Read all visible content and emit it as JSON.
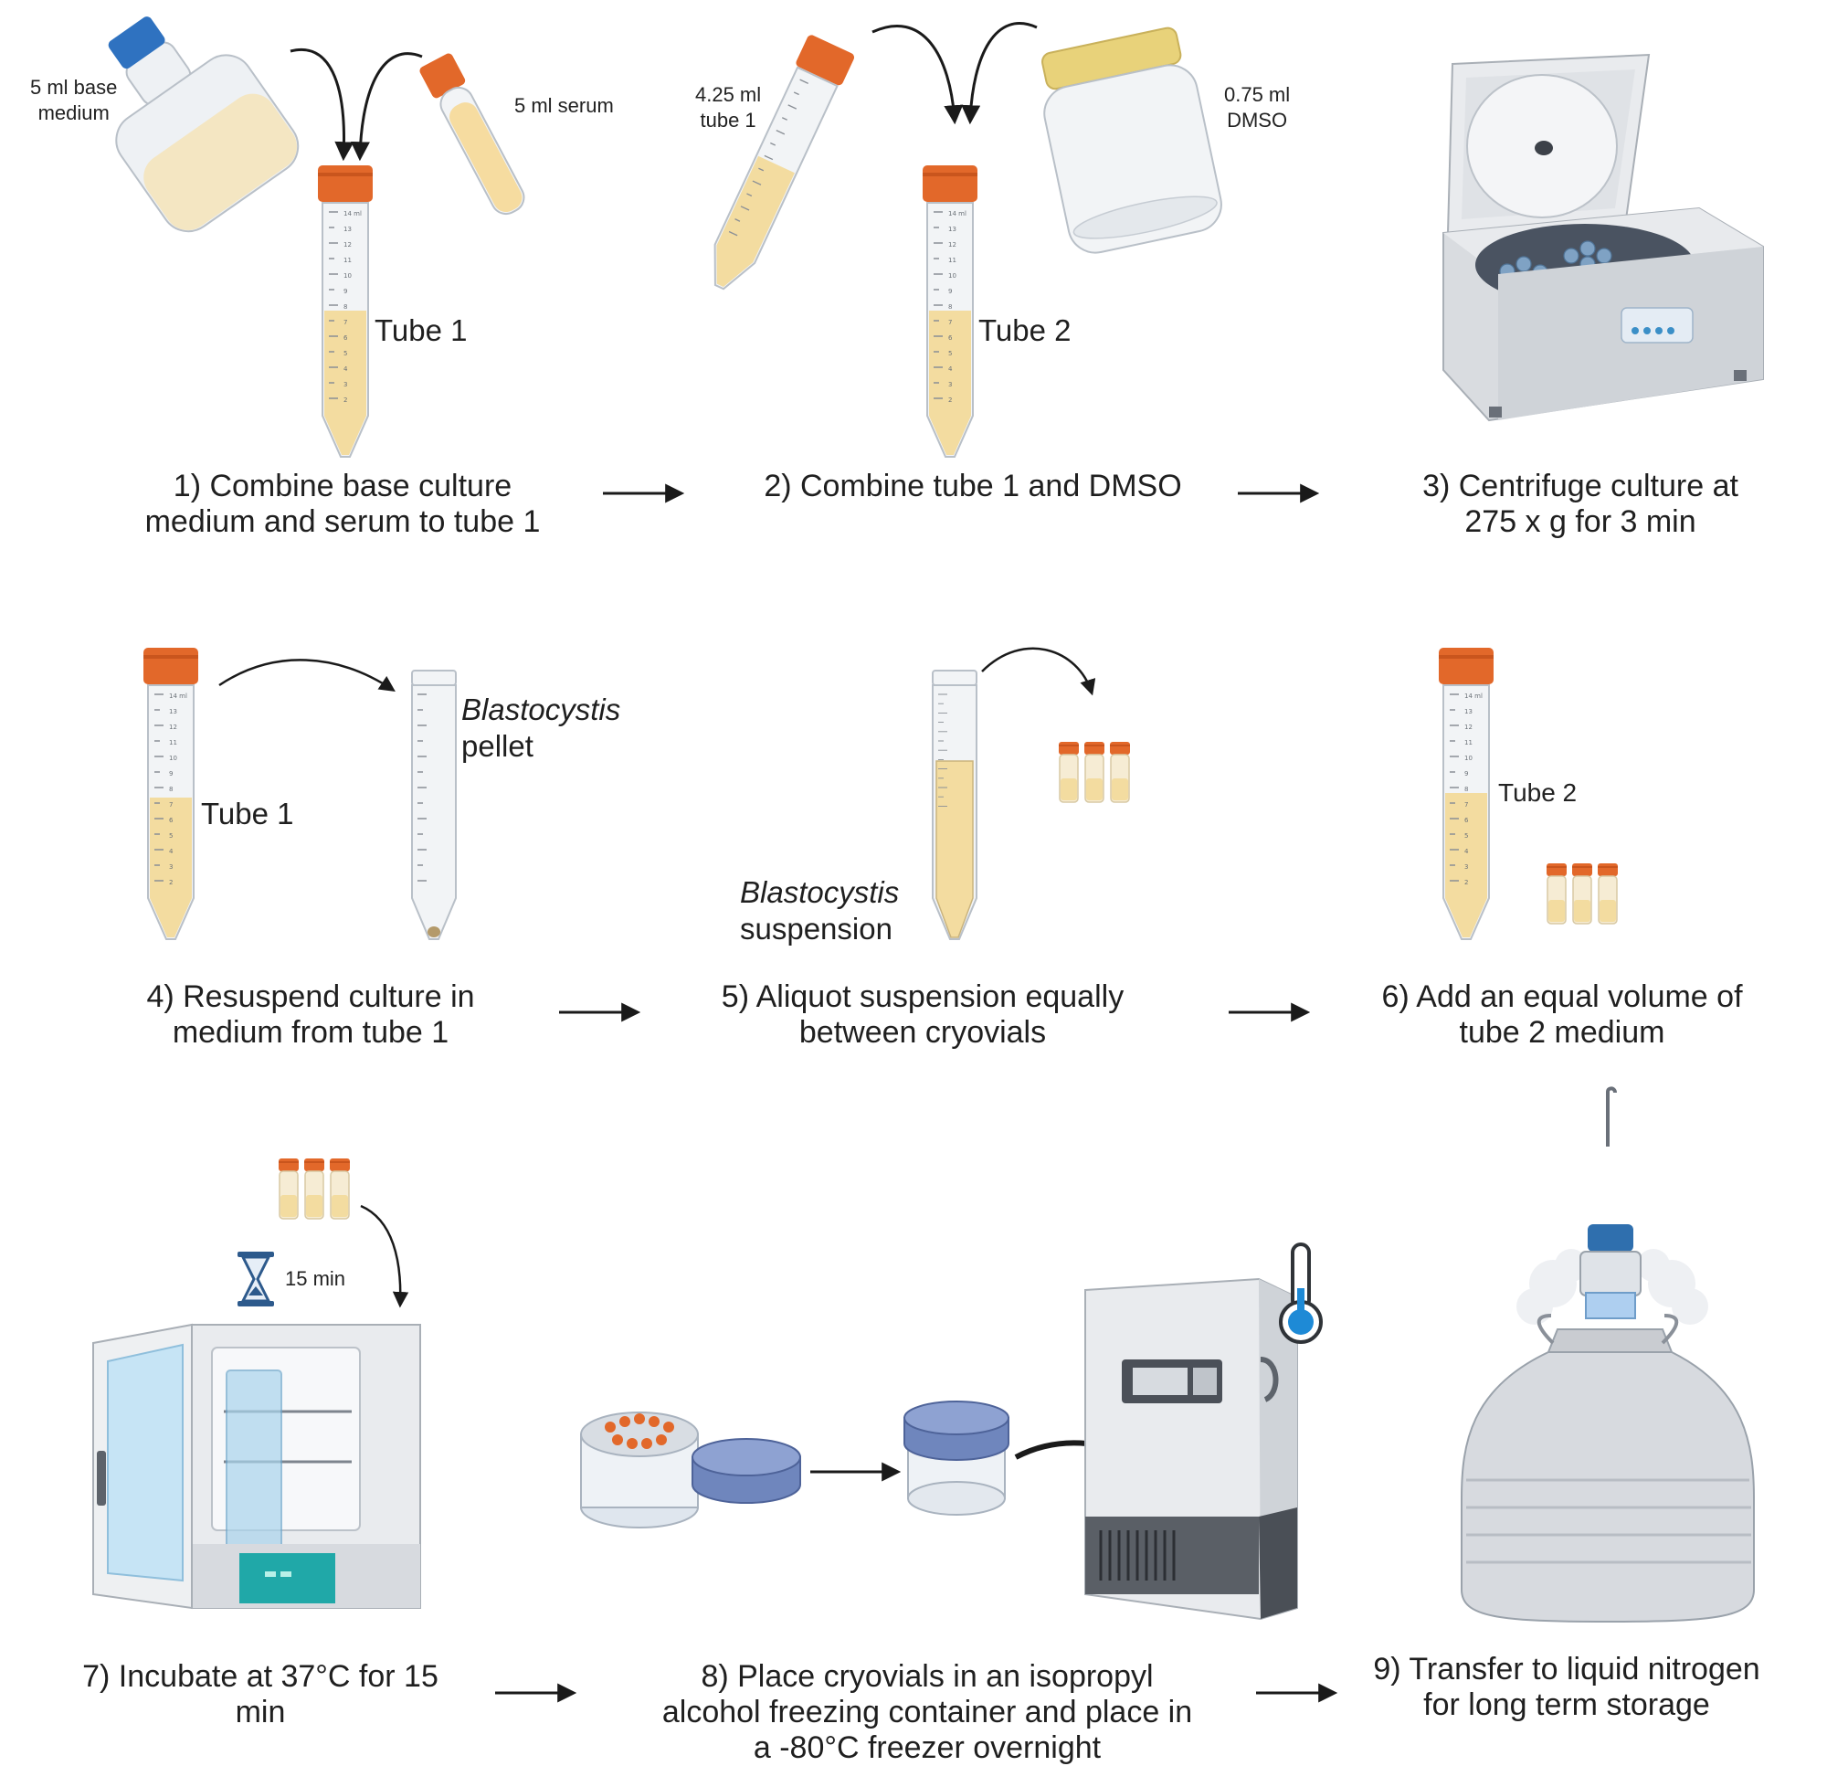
{
  "steps": [
    {
      "caption_l1": "1) Combine base culture",
      "caption_l2": "medium and serum to tube 1"
    },
    {
      "caption_l1": "2) Combine tube 1 and DMSO"
    },
    {
      "caption_l1": "3) Centrifuge culture at",
      "caption_l2": "275 x g for 3 min"
    },
    {
      "caption_l1": "4) Resuspend culture in",
      "caption_l2": "medium from tube 1"
    },
    {
      "caption_l1": "5) Aliquot suspension equally",
      "caption_l2": "between cryovials"
    },
    {
      "caption_l1": "6) Add an equal volume of",
      "caption_l2": "tube 2 medium"
    },
    {
      "caption_l1": "7) Incubate at 37°C for 15",
      "caption_l2": "min"
    },
    {
      "caption_l1": "8) Place cryovials in an isopropyl",
      "caption_l2": "alcohol freezing container and place in",
      "caption_l3": "a -80°C freezer overnight"
    },
    {
      "caption_l1": "9) Transfer to liquid nitrogen",
      "caption_l2": "for long term storage"
    }
  ],
  "labels": {
    "base_medium_l1": "5 ml base",
    "base_medium_l2": "medium",
    "serum": "5 ml serum",
    "tube1_vol_l1": "4.25 ml",
    "tube1_vol_l2": "tube 1",
    "dmso_l1": "0.75 ml",
    "dmso_l2": "DMSO",
    "tube_1": "Tube 1",
    "tube_2": "Tube 2",
    "pellet_l1": "Blastocystis",
    "pellet_l2": "pellet",
    "suspension_l1": "Blastocystis",
    "suspension_l2": "suspension",
    "time": "15 min"
  },
  "tube_graduations": [
    "14 ml",
    "13",
    "12",
    "11",
    "10",
    "9",
    "8",
    "7",
    "6",
    "5",
    "4",
    "3",
    "2"
  ],
  "colors": {
    "cap_orange": "#e2682a",
    "medium_fill": "#f3dca0",
    "glass": "#f2f4f6",
    "bottle_cap_blue": "#2f72c0",
    "jar_cap_gold": "#e8d27a",
    "hourglass_blue": "#2d5a8c",
    "thermo_blue": "#1e8ad6",
    "accent_teal": "#20a8a8"
  }
}
